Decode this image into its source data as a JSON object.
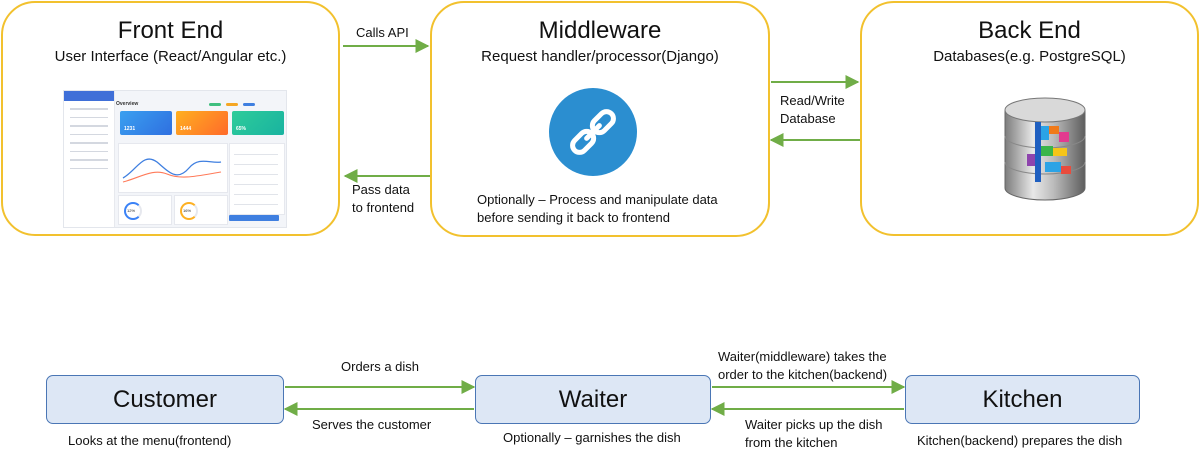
{
  "front_end": {
    "title": "Front End",
    "subtitle": "User Interface (React/Angular etc.)"
  },
  "middleware": {
    "title": "Middleware",
    "subtitle": "Request handler/processor(Django)",
    "note_line1": "Optionally – Process and manipulate data",
    "note_line2": "before sending it back to frontend"
  },
  "back_end": {
    "title": "Back End",
    "subtitle": "Databases(e.g. PostgreSQL)"
  },
  "arrows_top": {
    "calls_api": "Calls API",
    "pass_data_line1": "Pass data",
    "pass_data_line2": "to frontend",
    "read_write_line1": "Read/Write",
    "read_write_line2": "Database"
  },
  "analogy": {
    "customer": "Customer",
    "waiter": "Waiter",
    "kitchen": "Kitchen",
    "orders_dish": "Orders a dish",
    "serves_customer": "Serves the customer",
    "waiter_takes_line1": "Waiter(middleware) takes the",
    "waiter_takes_line2": "order to the kitchen(backend)",
    "waiter_picks_line1": "Waiter picks up the dish",
    "waiter_picks_line2": "from the kitchen",
    "customer_caption": "Looks at the menu(frontend)",
    "waiter_caption": "Optionally – garnishes the dish",
    "kitchen_caption": "Kitchen(backend) prepares the dish"
  },
  "dashboard_preview": {
    "header": "Overview",
    "card_values": [
      "1231",
      "1444",
      "65%"
    ],
    "ring_values": [
      "12%",
      "16%"
    ]
  },
  "colors": {
    "box_border": "#f2c12e",
    "arrow": "#70ad47",
    "analogy_fill": "#dde7f5",
    "analogy_border": "#4a76b5",
    "icon_blue": "#2b8ed0"
  }
}
